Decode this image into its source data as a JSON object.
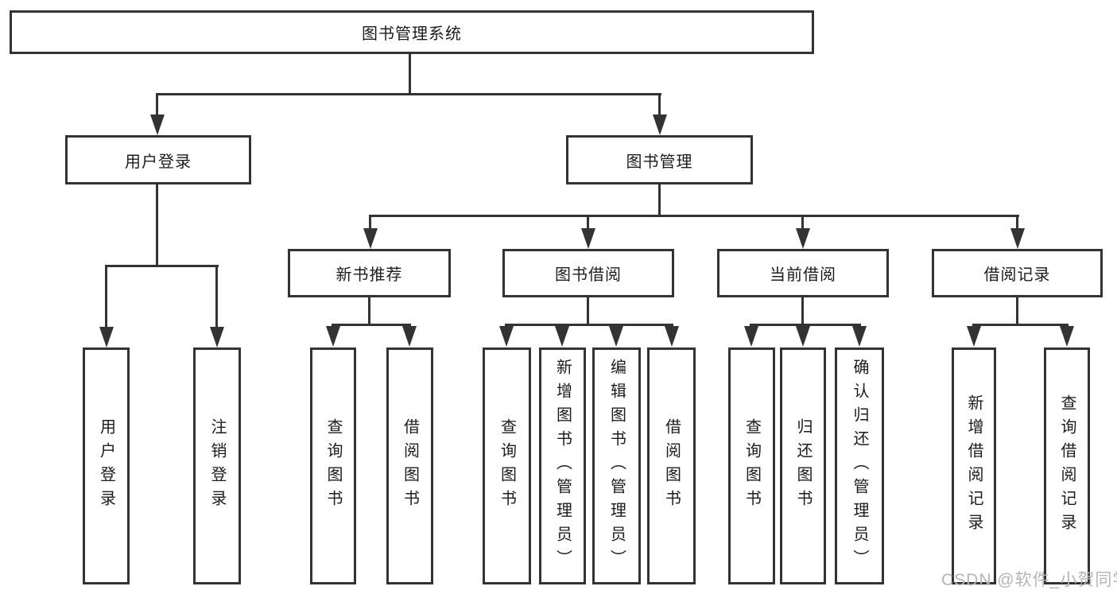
{
  "tree": {
    "root": {
      "label": "图书管理系统",
      "children": [
        {
          "label": "用户登录",
          "children": [
            {
              "label": "用户登录"
            },
            {
              "label": "注销登录"
            }
          ]
        },
        {
          "label": "图书管理",
          "children": [
            {
              "label": "新书推荐",
              "children": [
                {
                  "label": "查询图书"
                },
                {
                  "label": "借阅图书"
                }
              ]
            },
            {
              "label": "图书借阅",
              "children": [
                {
                  "label": "查询图书"
                },
                {
                  "label": "新增图书（管理员）"
                },
                {
                  "label": "编辑图书（管理员）"
                },
                {
                  "label": "借阅图书"
                }
              ]
            },
            {
              "label": "当前借阅",
              "children": [
                {
                  "label": "查询图书"
                },
                {
                  "label": "归还图书"
                },
                {
                  "label": "确认归还（管理员）"
                }
              ]
            },
            {
              "label": "借阅记录",
              "children": [
                {
                  "label": "新增借阅记录"
                },
                {
                  "label": "查询借阅记录"
                }
              ]
            }
          ]
        }
      ]
    }
  },
  "watermark": {
    "text": "CSDN @软件_小贺同学"
  },
  "colors": {
    "line": "#333333",
    "text": "#1c1c1c",
    "watermark": "#b5b5b5",
    "background": "#ffffff"
  }
}
